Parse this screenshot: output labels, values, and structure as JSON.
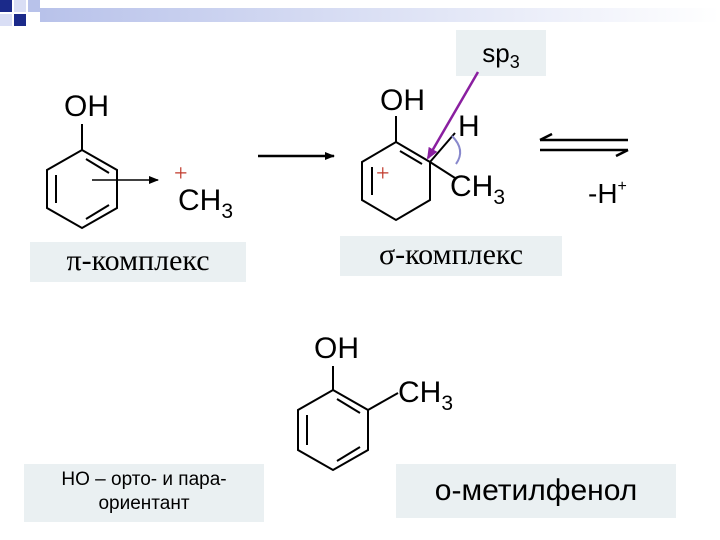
{
  "sp3_label": "sp3",
  "sp3_main": "sp",
  "sp3_sub": "3",
  "pi_complex": {
    "oh": "OH",
    "plus": "+",
    "ch3_main": "CH",
    "ch3_sub": "3",
    "label": "π-комплекс"
  },
  "sigma_complex": {
    "oh": "OH",
    "h": "H",
    "plus": "+",
    "ch3_main": "CH",
    "ch3_sub": "3",
    "label": "σ-комплекс"
  },
  "deprotonation": {
    "text": "-H",
    "sup": "+"
  },
  "product": {
    "oh": "OH",
    "ch3_main": "CH",
    "ch3_sub": "3",
    "name": "о-метилфенол"
  },
  "note": {
    "line1": "НО – орто- и пара-",
    "line2": "ориентант"
  },
  "colors": {
    "accent_squares": "#1b2a8a",
    "accent_light": "#b8c2ea",
    "header_gradient_end": "#ffffff",
    "arrow_purple": "#8a1fa0",
    "lone_pair_arc": "#8888cc",
    "plus_red": "#c0392b",
    "label_bg": "#eaf0f2"
  }
}
